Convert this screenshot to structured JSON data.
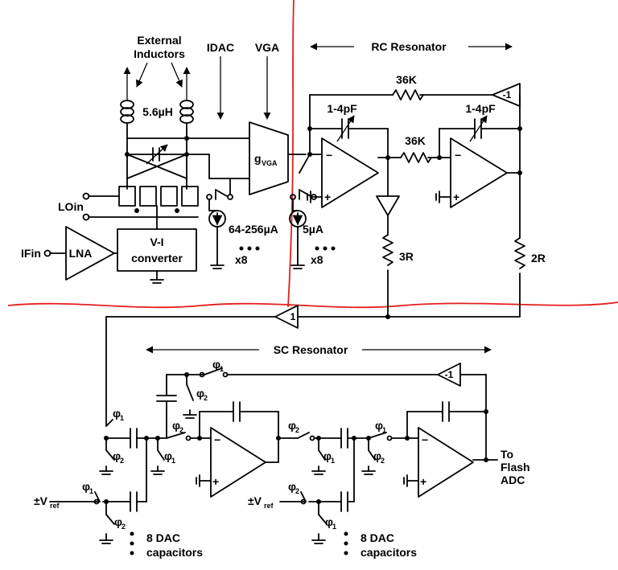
{
  "labels": {
    "external_inductors_line1": "External",
    "external_inductors_line2": "Inductors",
    "inductor_value": "5.6µH",
    "idac": "IDAC",
    "vga": "VGA",
    "gvga": "g",
    "gvga_sub": "VGA",
    "lo_in": "LOin",
    "if_in": "IFin",
    "lna": "LNA",
    "vi_converter_line1": "V-I",
    "vi_converter_line2": "converter",
    "current_range_1": "64-256µA",
    "current_range_2": "5µA",
    "times8_a": "x8",
    "times8_b": "x8",
    "rc_resonator": "RC Resonator",
    "res_36k_top": "36K",
    "res_36k_mid": "36K",
    "cap_left": "1-4pF",
    "cap_right": "1-4pF",
    "res_3r": "3R",
    "res_2r": "2R",
    "neg_one_top": "-1",
    "one_buffer": "1",
    "sc_resonator": "SC Resonator",
    "neg_one_sc": "-1",
    "phi": "φ",
    "phi1_sub": "1",
    "phi2_sub": "2",
    "vref_pm": "±V",
    "vref_sub": "ref",
    "to_flash_line1": "To",
    "to_flash_line2": "Flash",
    "to_flash_line3": "ADC",
    "dac_caps_1_line1": "8 DAC",
    "dac_caps_1_line2": "capacitors",
    "dac_caps_2_line1": "8 DAC",
    "dac_caps_2_line2": "capacitors",
    "minus": "−",
    "plus": "+"
  },
  "colors": {
    "wire": "#000000",
    "divider": "#e41e1e",
    "background": "#ffffff"
  }
}
